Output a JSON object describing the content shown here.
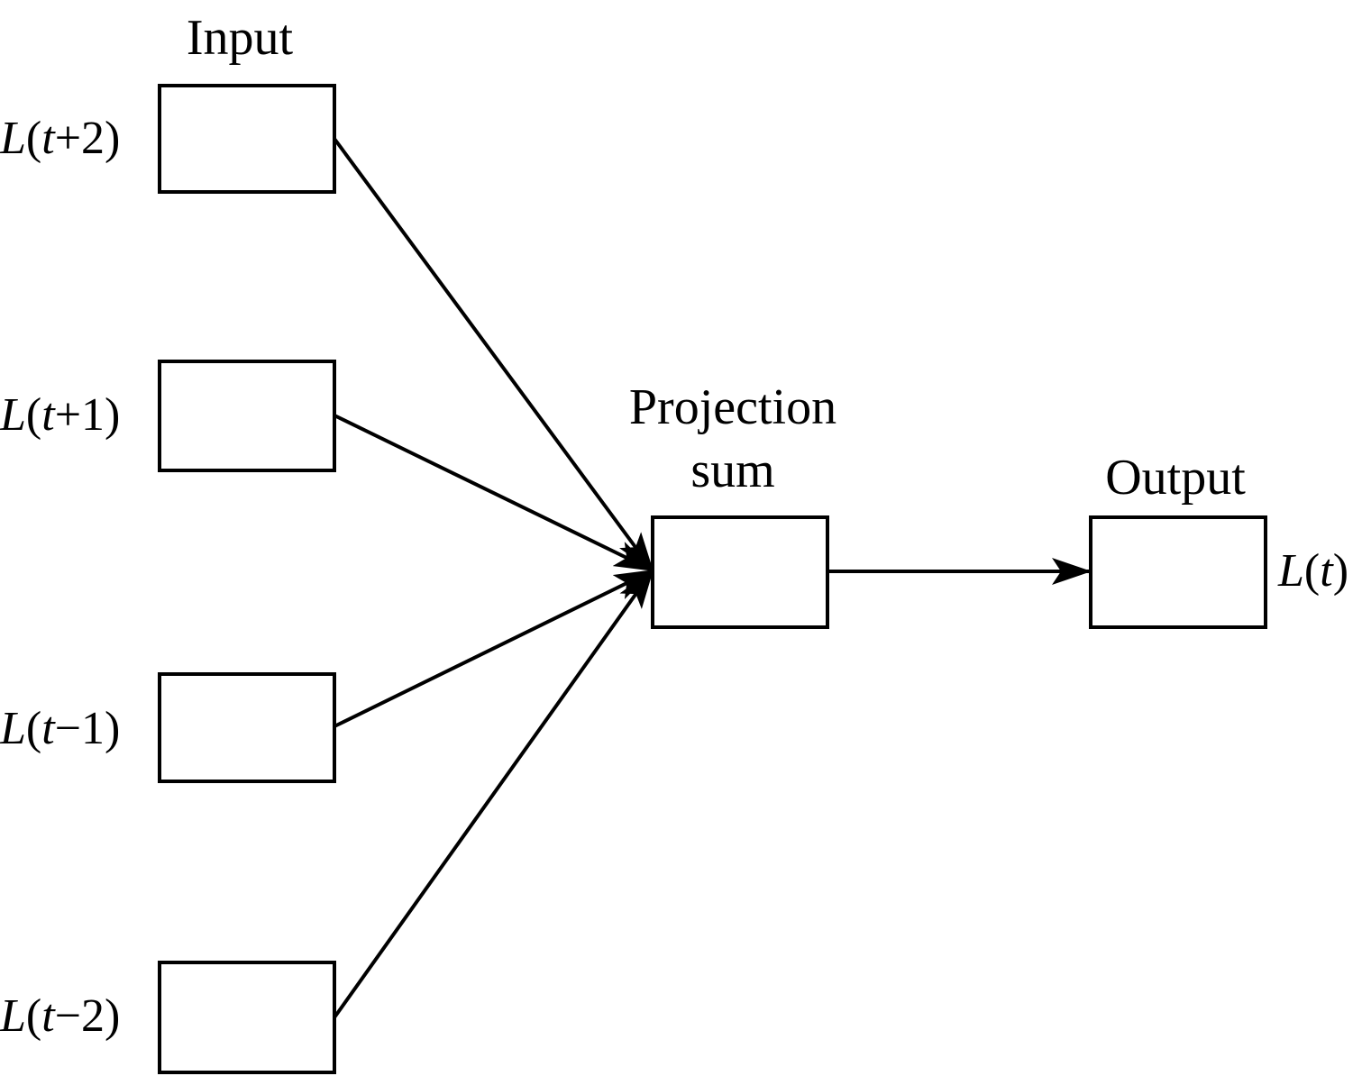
{
  "titles": {
    "input": "Input",
    "projection_line1": "Projection",
    "projection_line2": "sum",
    "output": "Output"
  },
  "inputs": [
    {
      "var": "L",
      "open": "(",
      "t": "t",
      "offset": "+2",
      "close": ")"
    },
    {
      "var": "L",
      "open": "(",
      "t": "t",
      "offset": "+1",
      "close": ")"
    },
    {
      "var": "L",
      "open": "(",
      "t": "t",
      "offset": "−1",
      "close": ")"
    },
    {
      "var": "L",
      "open": "(",
      "t": "t",
      "offset": "−2",
      "close": ")"
    }
  ],
  "output_label": {
    "var": "L",
    "open": "(",
    "t": "t",
    "close": ")"
  }
}
